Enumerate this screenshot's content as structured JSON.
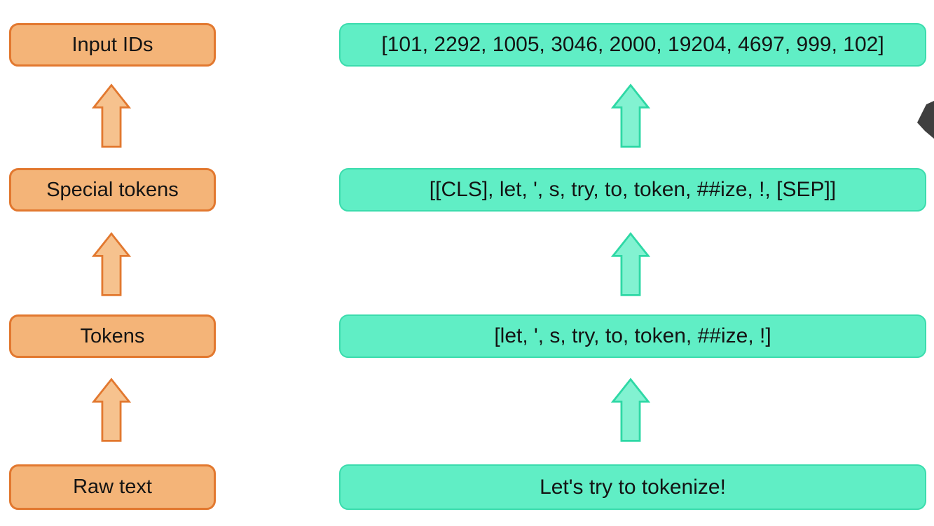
{
  "palette": {
    "background": "#FFFFFF",
    "text_color": "#141414",
    "orange_fill": "#F4B478",
    "orange_border": "#E2782F",
    "arrow_orange_fill": "#F6C28E",
    "arrow_orange_border": "#E2782F",
    "teal_fill": "#60EEC5",
    "teal_border": "#3BDCAD",
    "arrow_teal_fill": "#82F2D1",
    "arrow_teal_border": "#2ED8A5",
    "cursor_color": "#3F3F3F"
  },
  "pipeline": {
    "stages": [
      {
        "label": "Input IDs",
        "value": "[101, 2292, 1005, 3046, 2000, 19204, 4697, 999, 102]"
      },
      {
        "label": "Special tokens",
        "value": "[[CLS], let, ', s, try, to, token, ##ize, !, [SEP]]"
      },
      {
        "label": "Tokens",
        "value": "[let, ', s, try, to, token, ##ize, !]"
      },
      {
        "label": "Raw text",
        "value": "Let's try to tokenize!"
      }
    ]
  },
  "icons": {
    "up_arrow": "up-arrow",
    "cursor": "mouse-cursor-arrow"
  }
}
